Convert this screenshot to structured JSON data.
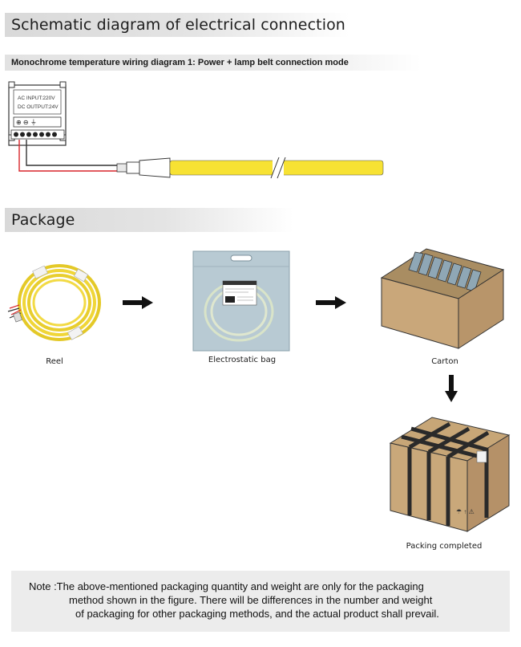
{
  "wiring_section": {
    "title": "Schematic diagram of electrical connection",
    "subtitle": "Monochrome temperature wiring diagram 1: Power + lamp belt connection mode",
    "power_supply": {
      "line1": "AC INPUT:220V",
      "line2": "DC OUTPUT:24V"
    },
    "colors": {
      "strip": "#f7e233",
      "positive_wire": "#d9262b",
      "negative_wire": "#333333"
    }
  },
  "package_section": {
    "title": "Package",
    "steps": [
      {
        "label": "Reel",
        "icon": "led-reel-icon"
      },
      {
        "label": "Electrostatic bag",
        "icon": "electrostatic-bag-icon"
      },
      {
        "label": "Carton",
        "icon": "open-carton-icon"
      },
      {
        "label": "Packing completed",
        "icon": "sealed-carton-icon"
      }
    ],
    "arrow_icon": "arrow-icon"
  },
  "note": {
    "line1": "Note :The above-mentioned packaging quantity and weight are only for the packaging",
    "line2": "method shown in the figure. There will be differences in the number and weight",
    "line3": "of packaging for other packaging methods, and the actual product shall prevail."
  }
}
